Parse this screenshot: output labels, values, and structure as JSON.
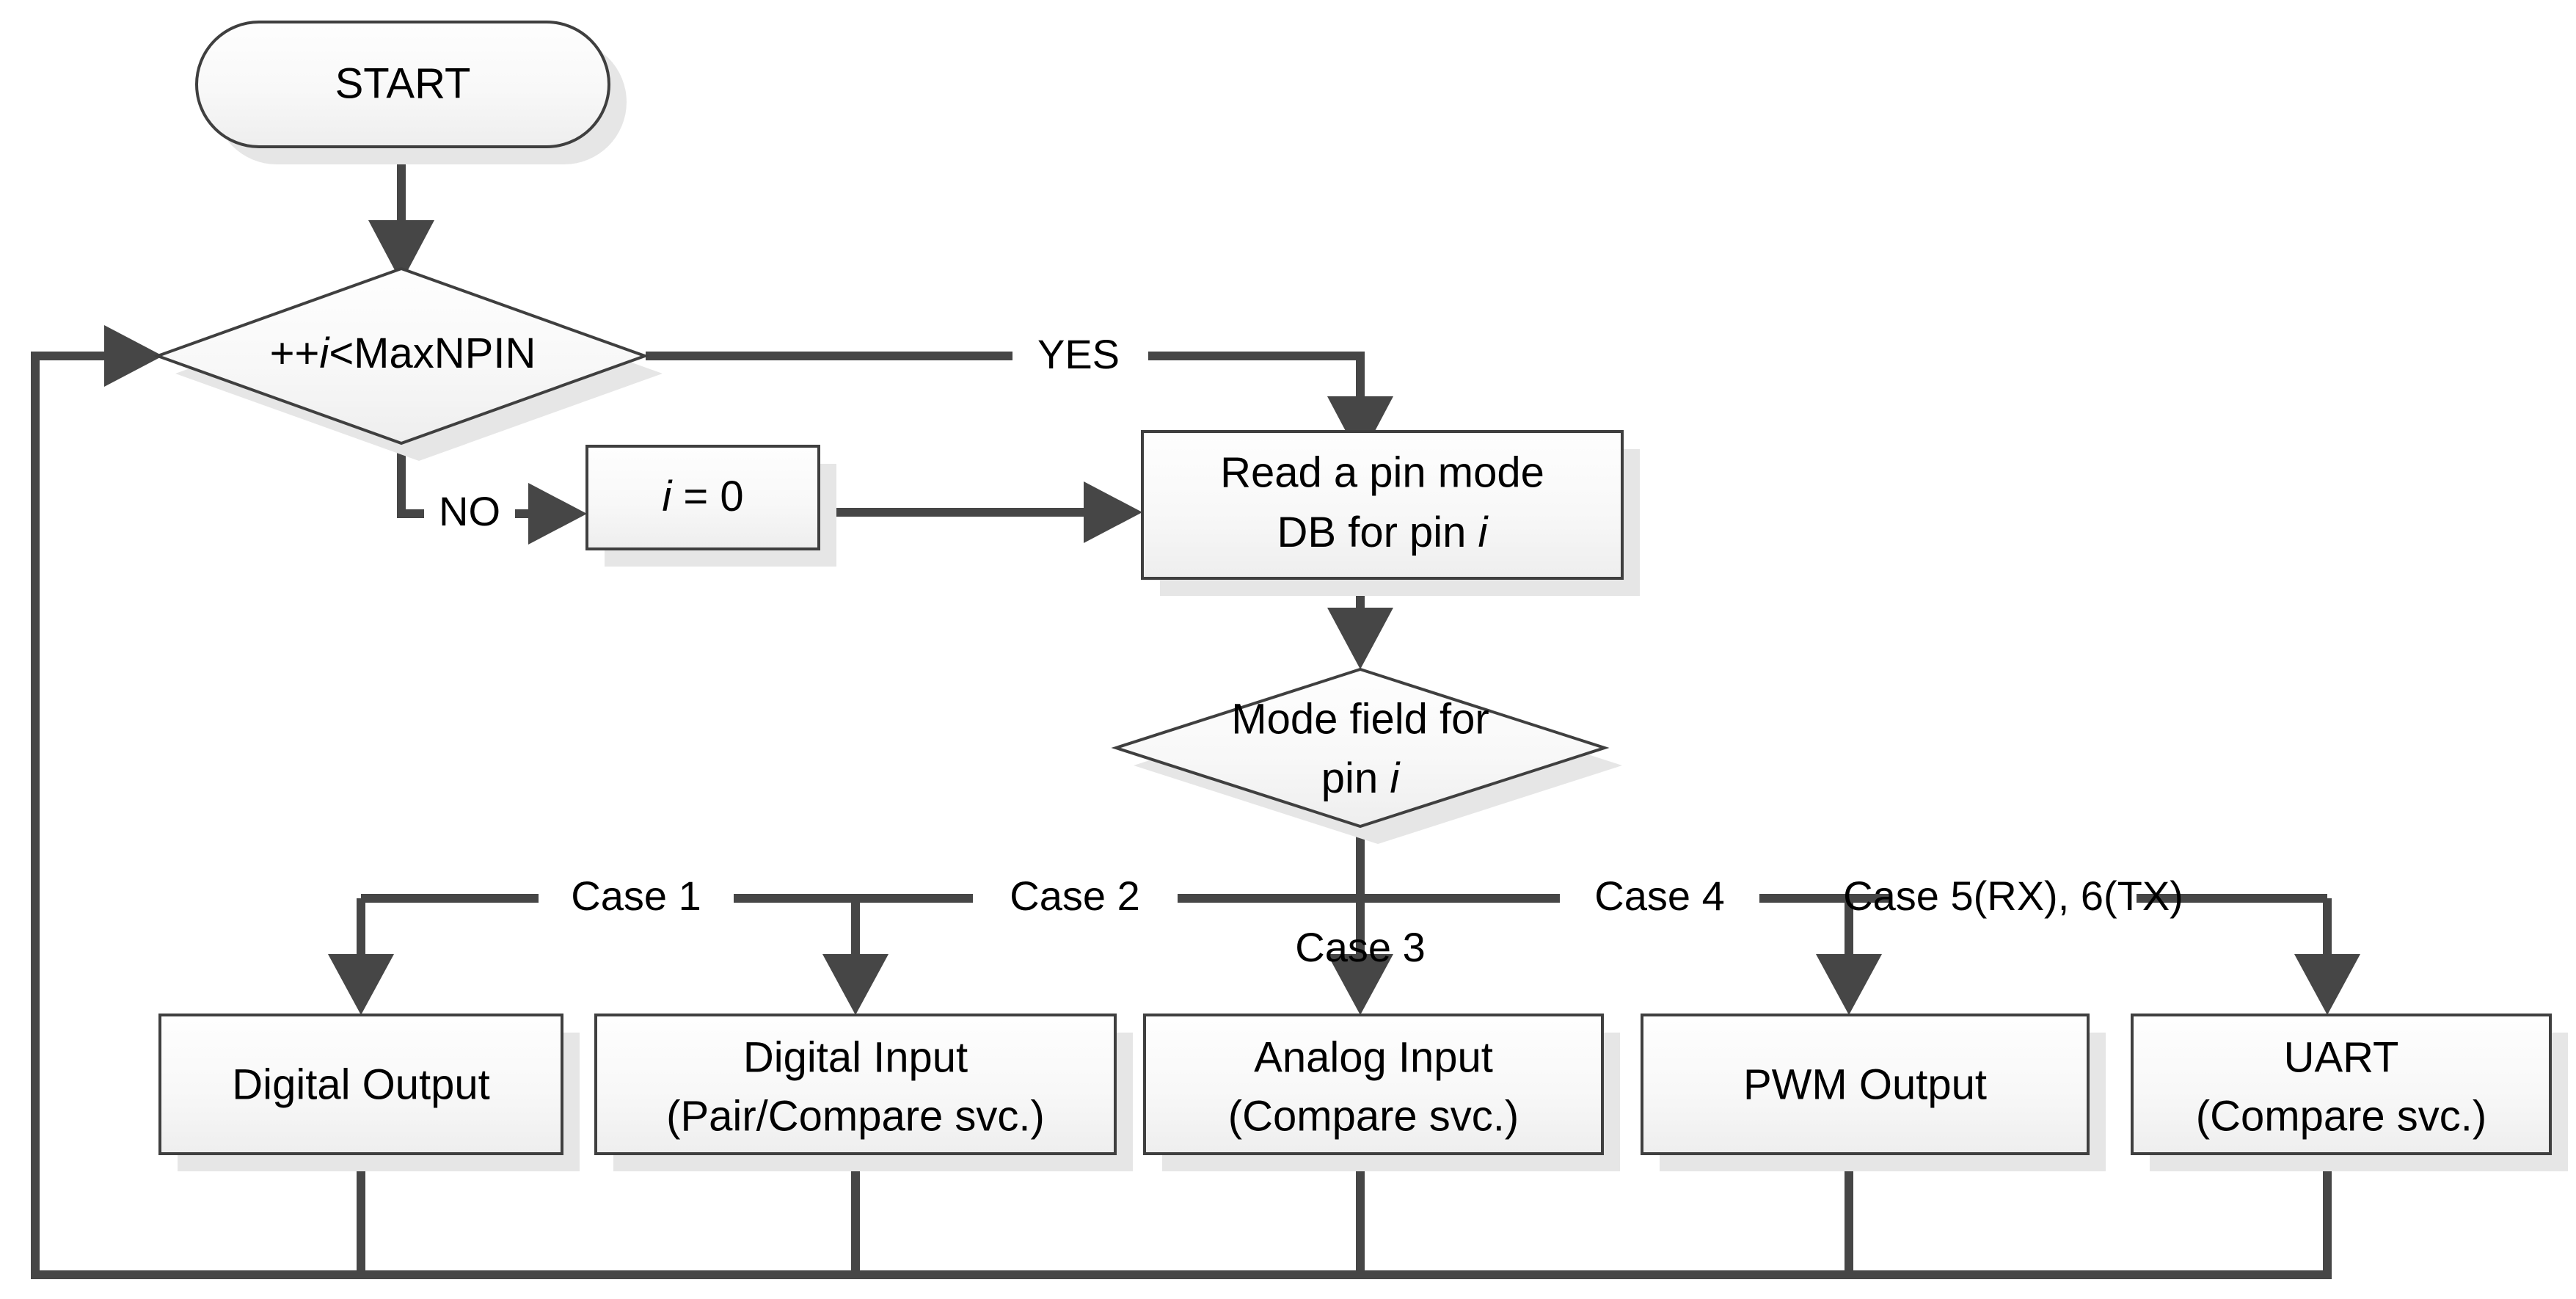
{
  "diagram": {
    "title": "Pin mode dispatch flowchart",
    "colors": {
      "line": "#464646",
      "node_stroke": "#3f3f3f",
      "node_fill_top": "#fdfdfd",
      "node_fill_bottom": "#eeeeee",
      "shadow": "#e6e6e6",
      "text": "#000000",
      "background": "#ffffff"
    },
    "nodes": {
      "start": {
        "label": "START",
        "shape": "terminator"
      },
      "loop_condition": {
        "label": "++i<MaxNPIN",
        "label_prefix": "++",
        "label_italic": "i",
        "label_suffix": "<MaxNPIN",
        "shape": "decision"
      },
      "init": {
        "label": "i = 0",
        "label_italic": "i",
        "label_suffix": " = 0",
        "shape": "process"
      },
      "read_db": {
        "line1": "Read a pin mode",
        "line2_prefix": "DB for pin ",
        "line2_italic": "i",
        "shape": "process"
      },
      "mode_field": {
        "line1": "Mode field  for",
        "line2_prefix": "pin ",
        "line2_italic": "i",
        "shape": "decision"
      }
    },
    "edge_labels": {
      "yes": "YES",
      "no": "NO",
      "case1": "Case 1",
      "case2": "Case 2",
      "case3": "Case 3",
      "case4": "Case 4",
      "case56": "Case 5(RX), 6(TX)"
    },
    "case_boxes": [
      {
        "id": "digital-output",
        "line1": "Digital Output",
        "line2": ""
      },
      {
        "id": "digital-input",
        "line1": "Digital Input",
        "line2": "(Pair/Compare svc.)"
      },
      {
        "id": "analog-input",
        "line1": "Analog Input",
        "line2": "(Compare svc.)"
      },
      {
        "id": "pwm-output",
        "line1": "PWM Output",
        "line2": ""
      },
      {
        "id": "uart",
        "line1": "UART",
        "line2": "(Compare svc.)"
      }
    ]
  }
}
